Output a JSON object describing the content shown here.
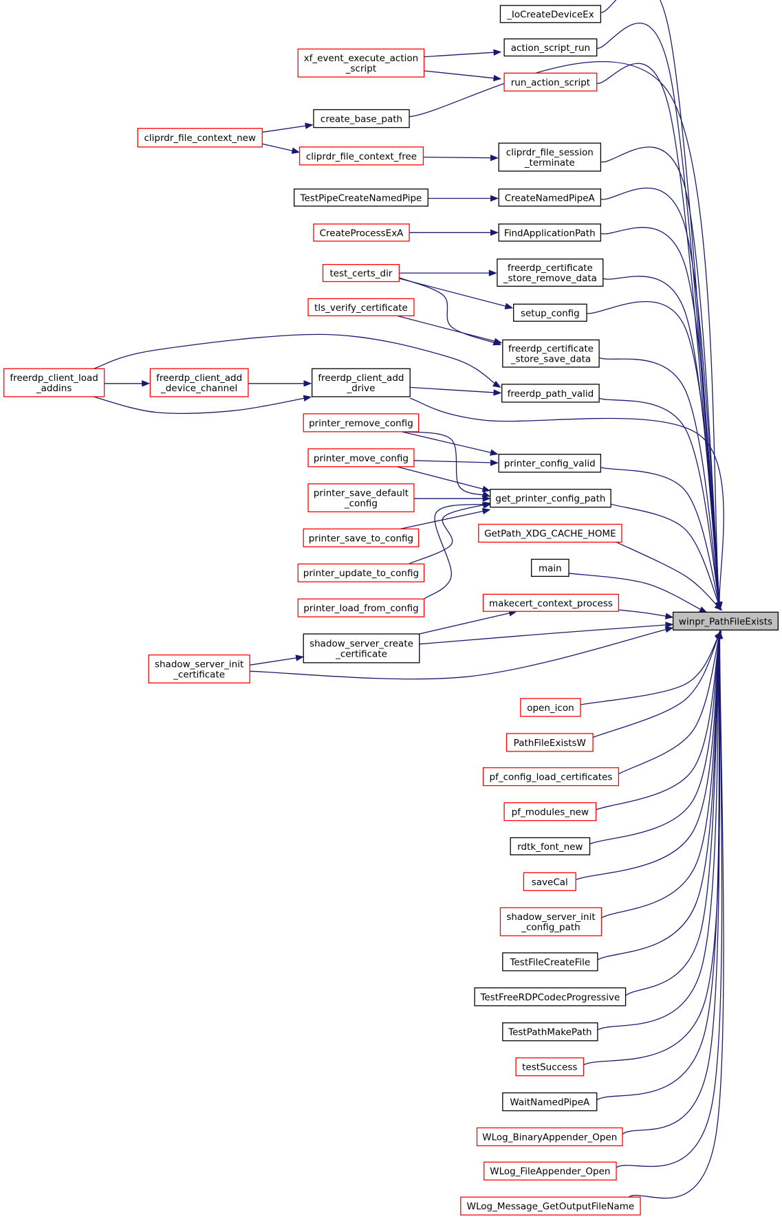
{
  "graph": {
    "root_function": "winpr_PathFileExists",
    "colors": {
      "edge": "#191970",
      "node_border_complete": "#000000",
      "node_border_truncated": "#ff0000",
      "root_fill": "#bfbfbf"
    },
    "nodes": [
      {
        "id": "root",
        "lines": [
          "winpr_PathFileExists"
        ],
        "border": "root"
      },
      {
        "id": "iocreate",
        "lines": [
          "_IoCreateDeviceEx"
        ],
        "border": "black"
      },
      {
        "id": "actionrun",
        "lines": [
          "action_script_run"
        ],
        "border": "black"
      },
      {
        "id": "runaction",
        "lines": [
          "run_action_script"
        ],
        "border": "red"
      },
      {
        "id": "xfevent",
        "lines": [
          "xf_event_execute_action",
          "_script"
        ],
        "border": "red"
      },
      {
        "id": "createbase",
        "lines": [
          "create_base_path"
        ],
        "border": "black"
      },
      {
        "id": "cliprdrnew",
        "lines": [
          "cliprdr_file_context_new"
        ],
        "border": "red"
      },
      {
        "id": "cliprdrfree",
        "lines": [
          "cliprdr_file_context_free"
        ],
        "border": "red"
      },
      {
        "id": "cliprdrsess",
        "lines": [
          "cliprdr_file_session",
          "_terminate"
        ],
        "border": "black"
      },
      {
        "id": "testpipe",
        "lines": [
          "TestPipeCreateNamedPipe"
        ],
        "border": "black"
      },
      {
        "id": "createnamed",
        "lines": [
          "CreateNamedPipeA"
        ],
        "border": "black"
      },
      {
        "id": "createproc",
        "lines": [
          "CreateProcessExA"
        ],
        "border": "red"
      },
      {
        "id": "findapp",
        "lines": [
          "FindApplicationPath"
        ],
        "border": "black"
      },
      {
        "id": "testcerts",
        "lines": [
          "test_certs_dir"
        ],
        "border": "red"
      },
      {
        "id": "certremove",
        "lines": [
          "freerdp_certificate",
          "_store_remove_data"
        ],
        "border": "black"
      },
      {
        "id": "setupconfig",
        "lines": [
          "setup_config"
        ],
        "border": "black"
      },
      {
        "id": "tlsverify",
        "lines": [
          "tls_verify_certificate"
        ],
        "border": "red"
      },
      {
        "id": "certsave",
        "lines": [
          "freerdp_certificate",
          "_store_save_data"
        ],
        "border": "black"
      },
      {
        "id": "loadaddins",
        "lines": [
          "freerdp_client_load",
          "_addins"
        ],
        "border": "red"
      },
      {
        "id": "adddevice",
        "lines": [
          "freerdp_client_add",
          "_device_channel"
        ],
        "border": "red"
      },
      {
        "id": "adddrive",
        "lines": [
          "freerdp_client_add",
          "_drive"
        ],
        "border": "black"
      },
      {
        "id": "pathvalid",
        "lines": [
          "freerdp_path_valid"
        ],
        "border": "black"
      },
      {
        "id": "prremove",
        "lines": [
          "printer_remove_config"
        ],
        "border": "red"
      },
      {
        "id": "prmove",
        "lines": [
          "printer_move_config"
        ],
        "border": "red"
      },
      {
        "id": "prconfigvalid",
        "lines": [
          "printer_config_valid"
        ],
        "border": "black"
      },
      {
        "id": "prsavedef",
        "lines": [
          "printer_save_default",
          "_config"
        ],
        "border": "red"
      },
      {
        "id": "getprinterpath",
        "lines": [
          "get_printer_config_path"
        ],
        "border": "black"
      },
      {
        "id": "prsaveto",
        "lines": [
          "printer_save_to_config"
        ],
        "border": "red"
      },
      {
        "id": "getpathxdg",
        "lines": [
          "GetPath_XDG_CACHE_HOME"
        ],
        "border": "red"
      },
      {
        "id": "prupdate",
        "lines": [
          "printer_update_to_config"
        ],
        "border": "red"
      },
      {
        "id": "main",
        "lines": [
          "main"
        ],
        "border": "black"
      },
      {
        "id": "prload",
        "lines": [
          "printer_load_from_config"
        ],
        "border": "red"
      },
      {
        "id": "makecert",
        "lines": [
          "makecert_context_process"
        ],
        "border": "red"
      },
      {
        "id": "shadowcreate",
        "lines": [
          "shadow_server_create",
          "_certificate"
        ],
        "border": "black"
      },
      {
        "id": "shadowinitcert",
        "lines": [
          "shadow_server_init",
          "_certificate"
        ],
        "border": "red"
      },
      {
        "id": "openicon",
        "lines": [
          "open_icon"
        ],
        "border": "red"
      },
      {
        "id": "pathexistsw",
        "lines": [
          "PathFileExistsW"
        ],
        "border": "red"
      },
      {
        "id": "pfconfig",
        "lines": [
          "pf_config_load_certificates"
        ],
        "border": "red"
      },
      {
        "id": "pfmodules",
        "lines": [
          "pf_modules_new"
        ],
        "border": "red"
      },
      {
        "id": "rdtkfont",
        "lines": [
          "rdtk_font_new"
        ],
        "border": "black"
      },
      {
        "id": "savecal",
        "lines": [
          "saveCal"
        ],
        "border": "red"
      },
      {
        "id": "shadowinitcfg",
        "lines": [
          "shadow_server_init",
          "_config_path"
        ],
        "border": "red"
      },
      {
        "id": "testfilecreate",
        "lines": [
          "TestFileCreateFile"
        ],
        "border": "black"
      },
      {
        "id": "testfreerdp",
        "lines": [
          "TestFreeRDPCodecProgressive"
        ],
        "border": "black"
      },
      {
        "id": "testpathmake",
        "lines": [
          "TestPathMakePath"
        ],
        "border": "black"
      },
      {
        "id": "testsuccess",
        "lines": [
          "testSuccess"
        ],
        "border": "red"
      },
      {
        "id": "waitnamed",
        "lines": [
          "WaitNamedPipeA"
        ],
        "border": "black"
      },
      {
        "id": "wlogbinary",
        "lines": [
          "WLog_BinaryAppender_Open"
        ],
        "border": "red"
      },
      {
        "id": "wlogfile",
        "lines": [
          "WLog_FileAppender_Open"
        ],
        "border": "red"
      },
      {
        "id": "wlogmessage",
        "lines": [
          "WLog_Message_GetOutputFileName"
        ],
        "border": "red"
      }
    ]
  }
}
